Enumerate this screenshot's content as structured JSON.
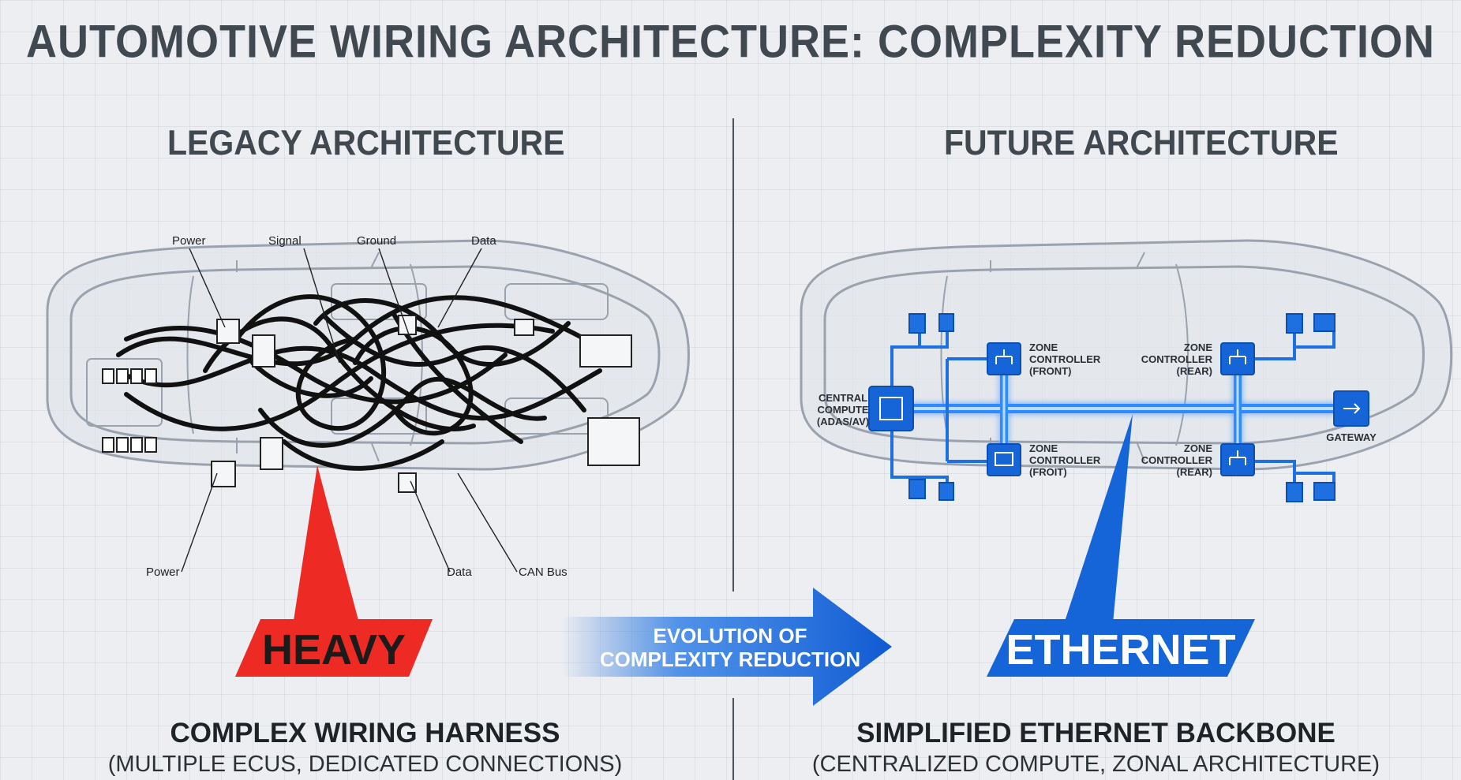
{
  "title": "AUTOMOTIVE WIRING ARCHITECTURE: COMPLEXITY REDUCTION",
  "legacy": {
    "heading": "LEGACY ARCHITECTURE",
    "labels": {
      "power_top": "Power",
      "signal": "Signal",
      "ground": "Ground",
      "data_top": "Data",
      "power_bottom": "Power",
      "data_bottom": "Data",
      "can_bus": "CAN Bus"
    },
    "badge": "HEAVY",
    "badge_color": "#ee2a24",
    "caption_title": "COMPLEX WIRING HARNESS",
    "caption_sub": "(MULTIPLE ECUS, DEDICATED CONNECTIONS)"
  },
  "arrow": {
    "line1": "EVOLUTION OF",
    "line2": "COMPLEXITY REDUCTION",
    "color": "#1565d8"
  },
  "future": {
    "heading": "FUTURE ARCHITECTURE",
    "central": {
      "l1": "CENTRAL",
      "l2": "COMPUTE",
      "l3": "(ADAS/AV)"
    },
    "zone_front_top": {
      "l1": "ZONE",
      "l2": "CONTROLLER",
      "l3": "(FRONT)"
    },
    "zone_front_bottom": {
      "l1": "ZONE",
      "l2": "CONTROLLER",
      "l3": "(FROIT)"
    },
    "zone_rear_top": {
      "l1": "ZONE",
      "l2": "CONTROLLER",
      "l3": "(REAR)"
    },
    "zone_rear_bottom": {
      "l1": "ZONE",
      "l2": "CONTROLLER",
      "l3": "(REAR)"
    },
    "gateway": "GATEWAY",
    "badge": "ETHERNET",
    "badge_color": "#1565d8",
    "caption_title": "SIMPLIFIED ETHERNET BACKBONE",
    "caption_sub": "(CENTRALIZED COMPUTE, ZONAL ARCHITECTURE)"
  }
}
